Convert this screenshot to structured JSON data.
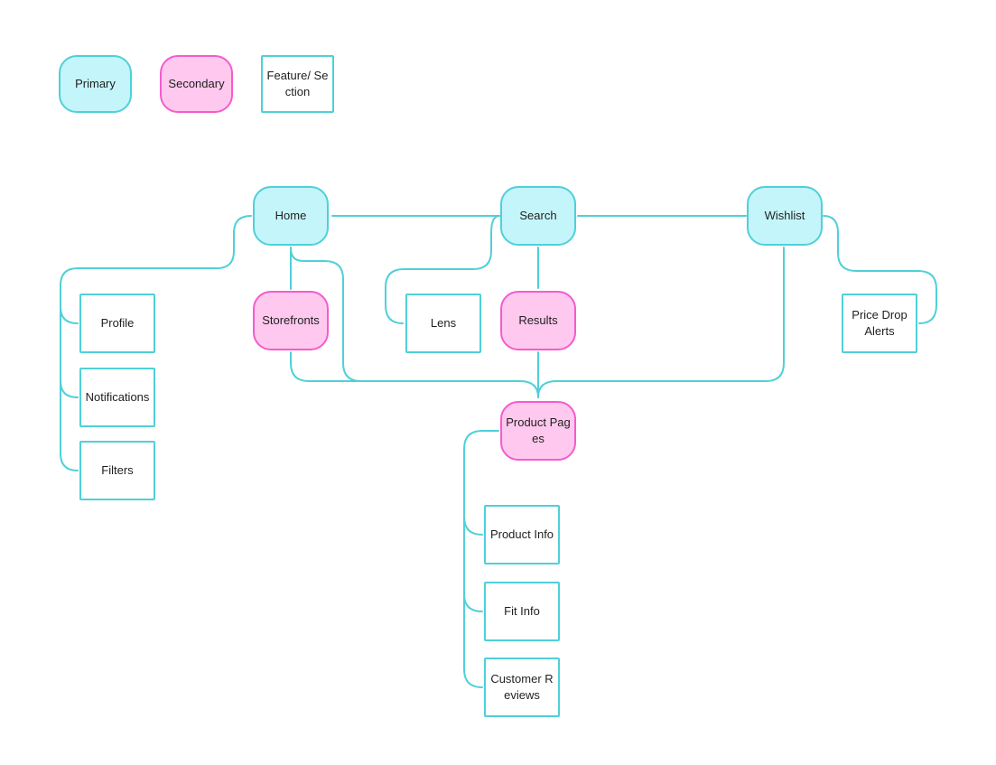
{
  "colors": {
    "primary_fill": "#c4f5fa",
    "primary_border": "#4fd0d8",
    "secondary_fill": "#ffc8ee",
    "secondary_border": "#f55ccc",
    "feature_fill": "#ffffff",
    "connector": "#4fd0d8"
  },
  "legend": {
    "primary": "Primary",
    "secondary": "Secondary",
    "feature": "Feature/ Section"
  },
  "nodes": {
    "home": "Home",
    "search": "Search",
    "wishlist": "Wishlist",
    "storefronts": "Storefronts",
    "results": "Results",
    "product_pages": "Product Pages",
    "profile": "Profile",
    "notifications": "Notifications",
    "filters": "Filters",
    "lens": "Lens",
    "price_drop_alerts": "Price Drop Alerts",
    "product_info": "Product Info",
    "fit_info": "Fit Info",
    "customer_reviews": "Customer Reviews"
  }
}
